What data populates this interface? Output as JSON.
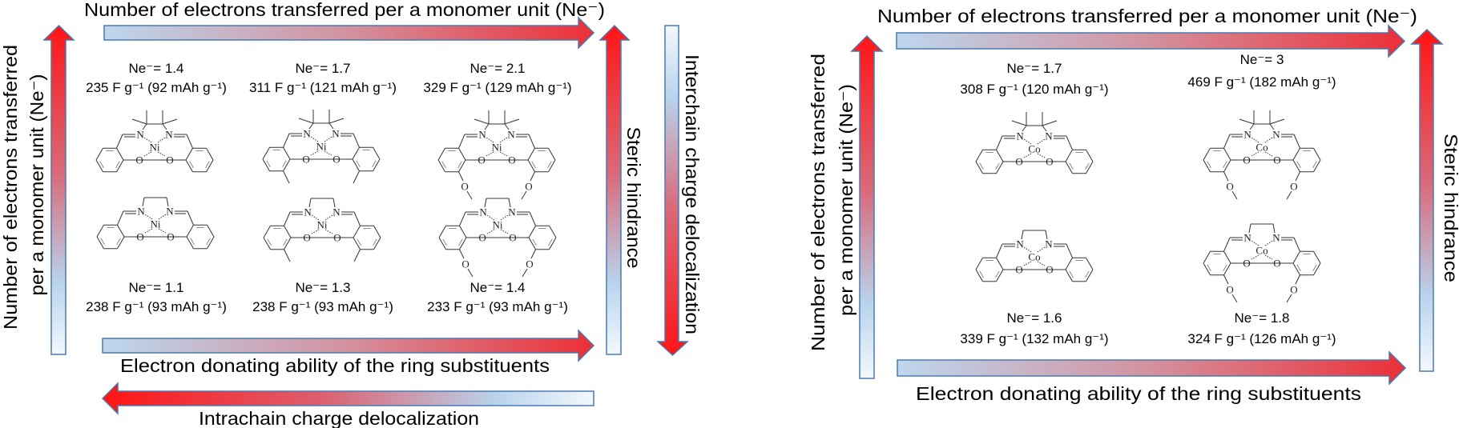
{
  "colors": {
    "red": "#FF1A1A",
    "light_blue": "#BDD7EE",
    "near_white": "#F3F8FD",
    "arrow_outline": "#4A7BB0",
    "bond": "#333333"
  },
  "atoms": {
    "nitrogen": "N",
    "oxygen": "O"
  },
  "panels": [
    {
      "title": "Number of electrons transferred per a monomer unit (Ne⁻)",
      "left_axis": [
        "Number of electrons transferred",
        "per a monomer unit (Ne⁻)"
      ],
      "right_axis": "Steric hindrance",
      "far_right_axis": "Interchain charge delocalization",
      "bottom_axis": "Electron donating ability of the ring substituents",
      "bottom_axis_2": "Intrachain charge delocalization",
      "cells": [
        {
          "ne": "Ne⁻= 1.4",
          "capacity": "235 F g⁻¹ (92 mAh g⁻¹)",
          "metal": "Ni",
          "bridge": "tetramethylethylene",
          "substituent": "H"
        },
        {
          "ne": "Ne⁻= 1.7",
          "capacity": "311 F g⁻¹ (121 mAh g⁻¹)",
          "metal": "Ni",
          "bridge": "tetramethylethylene",
          "substituent": "methyl"
        },
        {
          "ne": "Ne⁻= 2.1",
          "capacity": "329 F g⁻¹ (129 mAh g⁻¹)",
          "metal": "Ni",
          "bridge": "tetramethylethylene",
          "substituent": "methoxy"
        },
        {
          "ne": "Ne⁻= 1.1",
          "capacity": "238 F g⁻¹ (93 mAh g⁻¹)",
          "metal": "Ni",
          "bridge": "ethylene",
          "substituent": "H"
        },
        {
          "ne": "Ne⁻= 1.3",
          "capacity": "238 F g⁻¹ (93 mAh g⁻¹)",
          "metal": "Ni",
          "bridge": "ethylene",
          "substituent": "methyl"
        },
        {
          "ne": "Ne⁻= 1.4",
          "capacity": "233 F g⁻¹ (93 mAh g⁻¹)",
          "metal": "Ni",
          "bridge": "ethylene",
          "substituent": "methoxy"
        }
      ]
    },
    {
      "title": "Number of electrons transferred per a monomer unit (Ne⁻)",
      "left_axis": [
        "Number of electrons transferred",
        "per a monomer unit (Ne⁻)"
      ],
      "right_axis": "Steric hindrance",
      "bottom_axis": "Electron donating ability of the ring substituents",
      "cells": [
        {
          "ne": "Ne⁻= 1.7",
          "capacity": "308 F g⁻¹ (120 mAh g⁻¹)",
          "metal": "Co",
          "bridge": "tetramethylethylene",
          "substituent": "H"
        },
        {
          "ne": "Ne⁻= 3",
          "capacity": "469 F g⁻¹ (182 mAh g⁻¹)",
          "metal": "Co",
          "bridge": "tetramethylethylene",
          "substituent": "methoxy"
        },
        {
          "ne": "Ne⁻= 1.6",
          "capacity": "339 F g⁻¹  (132 mAh g⁻¹)",
          "metal": "Co",
          "bridge": "ethylene",
          "substituent": "H"
        },
        {
          "ne": "Ne⁻= 1.8",
          "capacity": "324 F g⁻¹ (126 mAh g⁻¹)",
          "metal": "Co",
          "bridge": "ethylene",
          "substituent": "methoxy"
        }
      ]
    }
  ]
}
